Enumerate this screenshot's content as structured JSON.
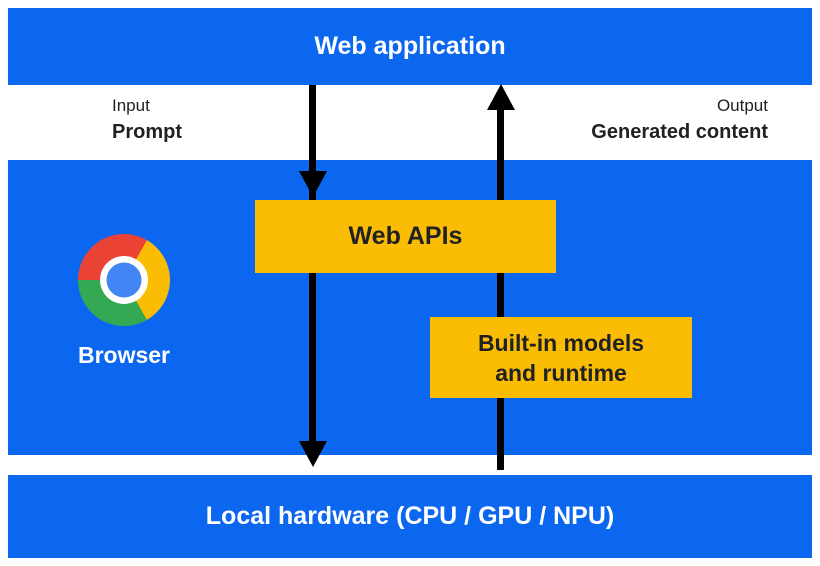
{
  "colors": {
    "blue": "#0b66f0",
    "yellow": "#fbbc04",
    "dark": "#202124",
    "arrow": "#000000",
    "chrome_red": "#ea4335",
    "chrome_yellow": "#fbbc04",
    "chrome_green": "#34a853",
    "chrome_blue": "#4285f4"
  },
  "diagram": {
    "top_bar": {
      "label": "Web application"
    },
    "labels": {
      "input_title": "Input",
      "input_value": "Prompt",
      "output_title": "Output",
      "output_value": "Generated content"
    },
    "browser_box": {
      "browser_label": "Browser",
      "web_apis_label": "Web APIs",
      "builtin_line1": "Built-in models",
      "builtin_line2": "and runtime"
    },
    "bottom_bar": {
      "label": "Local hardware (CPU / GPU / NPU)"
    }
  }
}
